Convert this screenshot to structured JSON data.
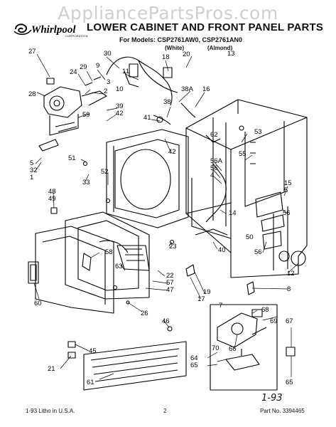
{
  "watermark": "AppliancePartsPros.com",
  "brand": {
    "name": "Whirlpool",
    "sub": "CORPORATION"
  },
  "header": {
    "title": "LOWER CABINET AND FRONT PANEL PARTS",
    "models": "For Models: CSP2761AW0, CSP2761AN0",
    "variant_white": "(White)",
    "variant_almond": "(Almond)"
  },
  "footer": {
    "litho": "1-93 Litho in U.S.A.",
    "page": "2",
    "part_no": "Part No. 3394465",
    "handwritten_date": "1-93"
  },
  "callouts": [
    "27",
    "30",
    "9",
    "18",
    "20",
    "13",
    "11",
    "24",
    "29",
    "28",
    "3",
    "2",
    "10",
    "59",
    "39",
    "42",
    "38A",
    "16",
    "38",
    "41",
    "62",
    "53",
    "55",
    "56A",
    "56",
    "4",
    "14",
    "50",
    "51",
    "42",
    "5",
    "32",
    "1",
    "33",
    "52",
    "48",
    "49",
    "15",
    "5",
    "56",
    "58",
    "23",
    "40",
    "56",
    "63",
    "22",
    "57",
    "47",
    "12",
    "8",
    "19",
    "17",
    "60",
    "26",
    "46",
    "68",
    "69",
    "67",
    "45",
    "21",
    "70",
    "66",
    "64",
    "65",
    "61",
    "65",
    "7"
  ]
}
